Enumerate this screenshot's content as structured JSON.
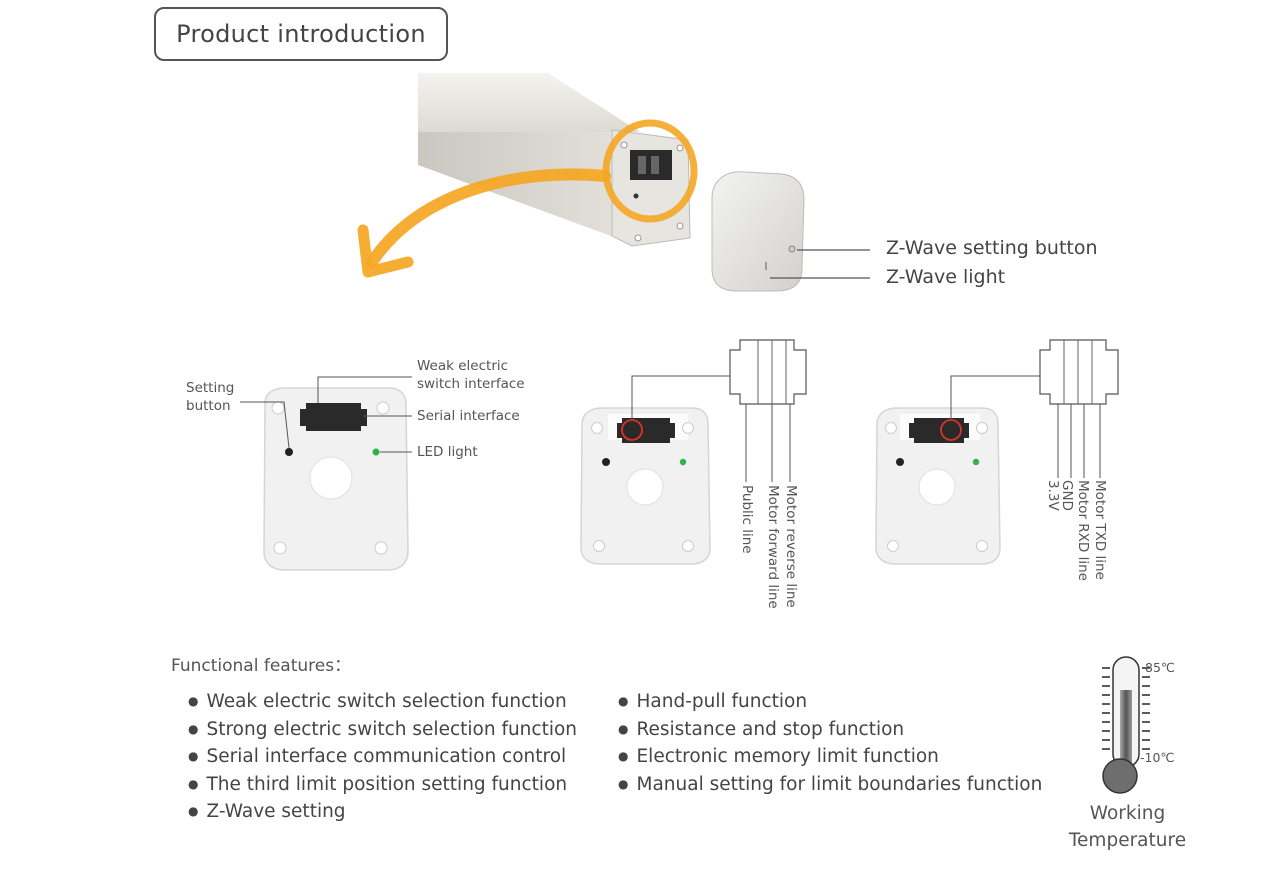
{
  "title": "Product introduction",
  "motor_callouts": {
    "setting_button": "Z-Wave setting button",
    "light": "Z-Wave light"
  },
  "module1": {
    "setting_button": "Setting button",
    "weak_electric": "Weak electric switch interface",
    "serial_interface": "Serial interface",
    "led_light": "LED light"
  },
  "module2": {
    "wires": [
      "Public line",
      "Motor forward line",
      "Motor reverse line"
    ]
  },
  "module3": {
    "wires": [
      "3.3V",
      "GND",
      "Motor RXD line",
      "Motor TXD line"
    ]
  },
  "features": {
    "title": "Functional features：",
    "left": [
      "Weak electric switch selection function",
      "Strong electric switch selection function",
      "Serial interface communication control",
      "The third limit position setting function",
      "Z-Wave setting"
    ],
    "right": [
      "Hand-pull function",
      "Resistance and stop function",
      "Electronic memory limit function",
      "Manual setting for limit boundaries function"
    ]
  },
  "temperature": {
    "max": "85℃",
    "min": "-10℃",
    "label_line1": "Working",
    "label_line2": "Temperature"
  },
  "colors": {
    "orange": "#F5A623",
    "led_green": "#2DB34A",
    "red_ring": "#D9342B"
  }
}
